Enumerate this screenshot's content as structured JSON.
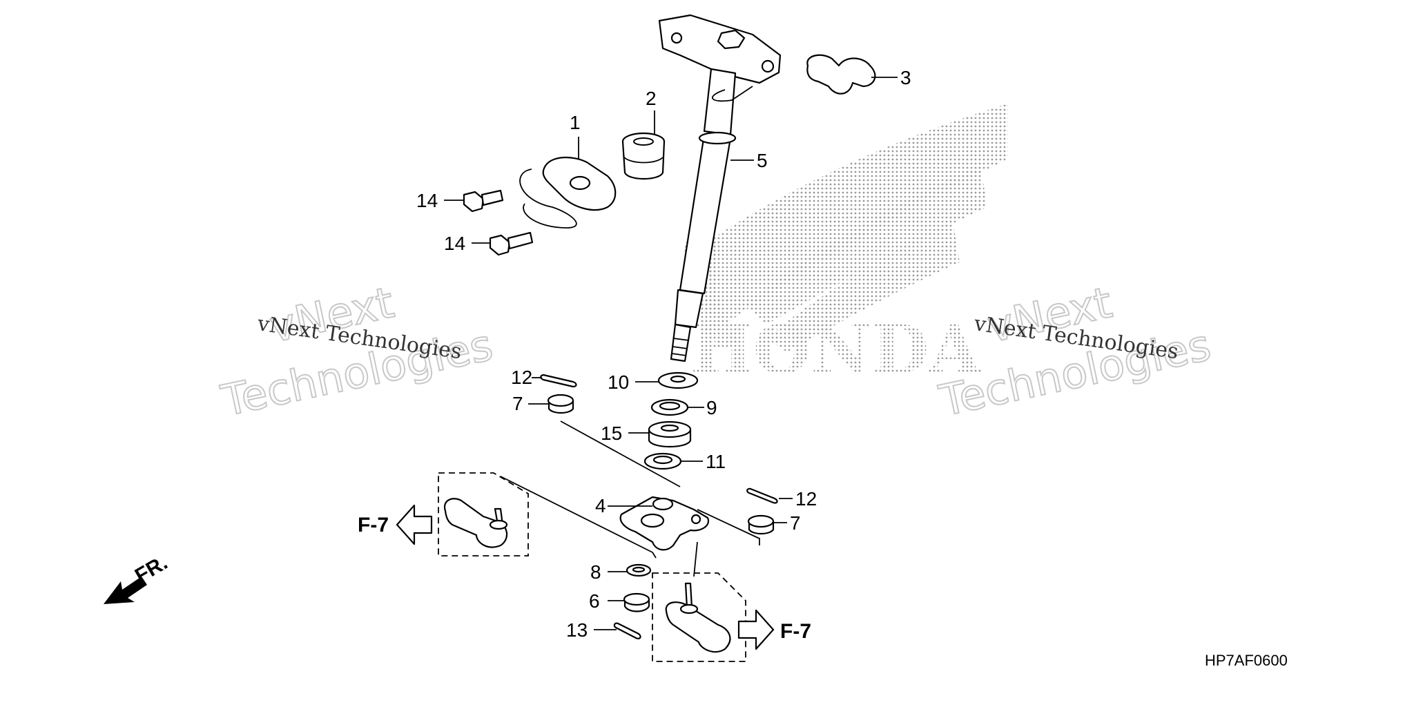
{
  "diagram": {
    "code": "HP7AF0600",
    "front_label": "FR.",
    "ref_left": "F-7",
    "ref_right": "F-7",
    "brand_text": "HONDA",
    "watermark_line": "vNext Technologies",
    "watermark_word1": "vNext",
    "watermark_word2": "Technologies"
  },
  "callouts": {
    "c1": "1",
    "c2": "2",
    "c3": "3",
    "c4": "4",
    "c5": "5",
    "c6": "6",
    "c7a": "7",
    "c7b": "7",
    "c8": "8",
    "c9": "9",
    "c10": "10",
    "c11": "11",
    "c12a": "12",
    "c12b": "12",
    "c13": "13",
    "c14a": "14",
    "c14b": "14",
    "c15": "15"
  },
  "colors": {
    "line": "#000000",
    "watermark": "#c8c8c8",
    "brand_dots": "#9a9a9a"
  }
}
